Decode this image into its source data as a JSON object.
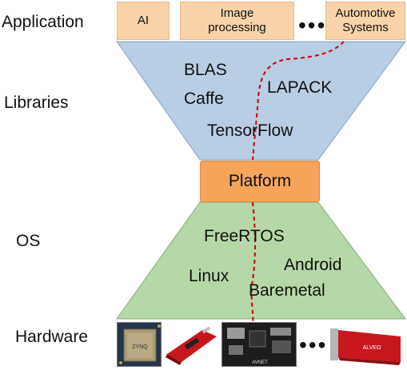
{
  "layers": {
    "application": "Application",
    "libraries": "Libraries",
    "os": "OS",
    "hardware": "Hardware"
  },
  "applications": {
    "ai": "AI",
    "image_processing": "Image\nprocessing",
    "ellipsis": "•••",
    "automotive": "Automotive\nSystems"
  },
  "libraries": {
    "blas": "BLAS",
    "caffe": "Caffe",
    "lapack": "LAPACK",
    "tensorflow": "TensorFlow"
  },
  "platform": "Platform",
  "os": {
    "freertos": "FreeRTOS",
    "android": "Android",
    "linux": "Linux",
    "baremetal": "Baremetal"
  },
  "hardware": {
    "ellipsis": "•••",
    "chip_text": "ZYNQ",
    "board_text": "AVNET",
    "card_text": "ALVEO"
  },
  "colors": {
    "libraries_fill": "#b9cde3",
    "os_fill": "#b6d7a8",
    "platform_fill": "#f5a45a",
    "app_fill": "#fbd3a8",
    "path_color": "#d10000"
  }
}
